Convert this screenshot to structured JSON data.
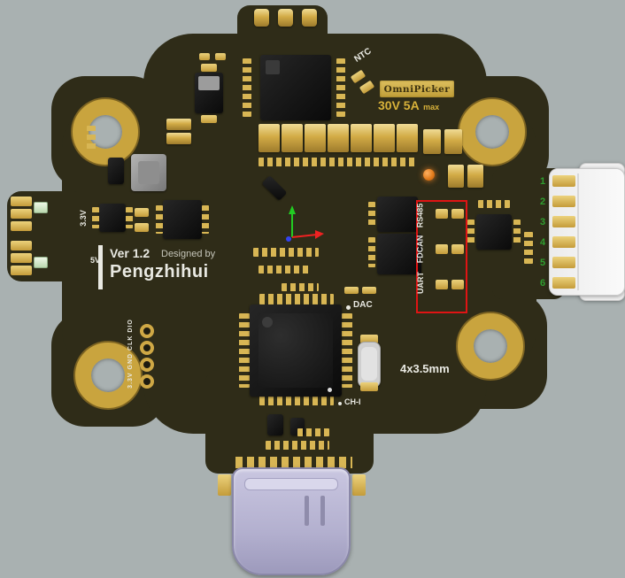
{
  "colors": {
    "background": "#a9b1b1",
    "board": "#2f2c18",
    "gold": "#cfa845",
    "silkscreen": "#e9e9e2",
    "highlight_box": "#e01414",
    "pin_numbers": "#2f9e2f",
    "rating_text": "#d8b23a",
    "usb_shell": "#b3b0cf"
  },
  "board": {
    "brand_badge": "OmniPicker",
    "rating": "30V 5A",
    "rating_suffix": "max",
    "ntc_label": "NTC",
    "rail_33": "3.3V",
    "rail_5": "5V",
    "version": "Ver 1.2",
    "designed_by": "Designed by",
    "designer": "Pengzhihui",
    "dac_label": "DAC",
    "ch1_label": "CH-I",
    "mount_hole_spec": "4x3.5mm",
    "swd_labels": "3.3V GND CLK DIO"
  },
  "interfaces": {
    "labels": [
      "RS485",
      "FDCAN",
      "UART"
    ]
  },
  "connector": {
    "pin_numbers": [
      "1",
      "2",
      "3",
      "4",
      "5",
      "6"
    ]
  }
}
